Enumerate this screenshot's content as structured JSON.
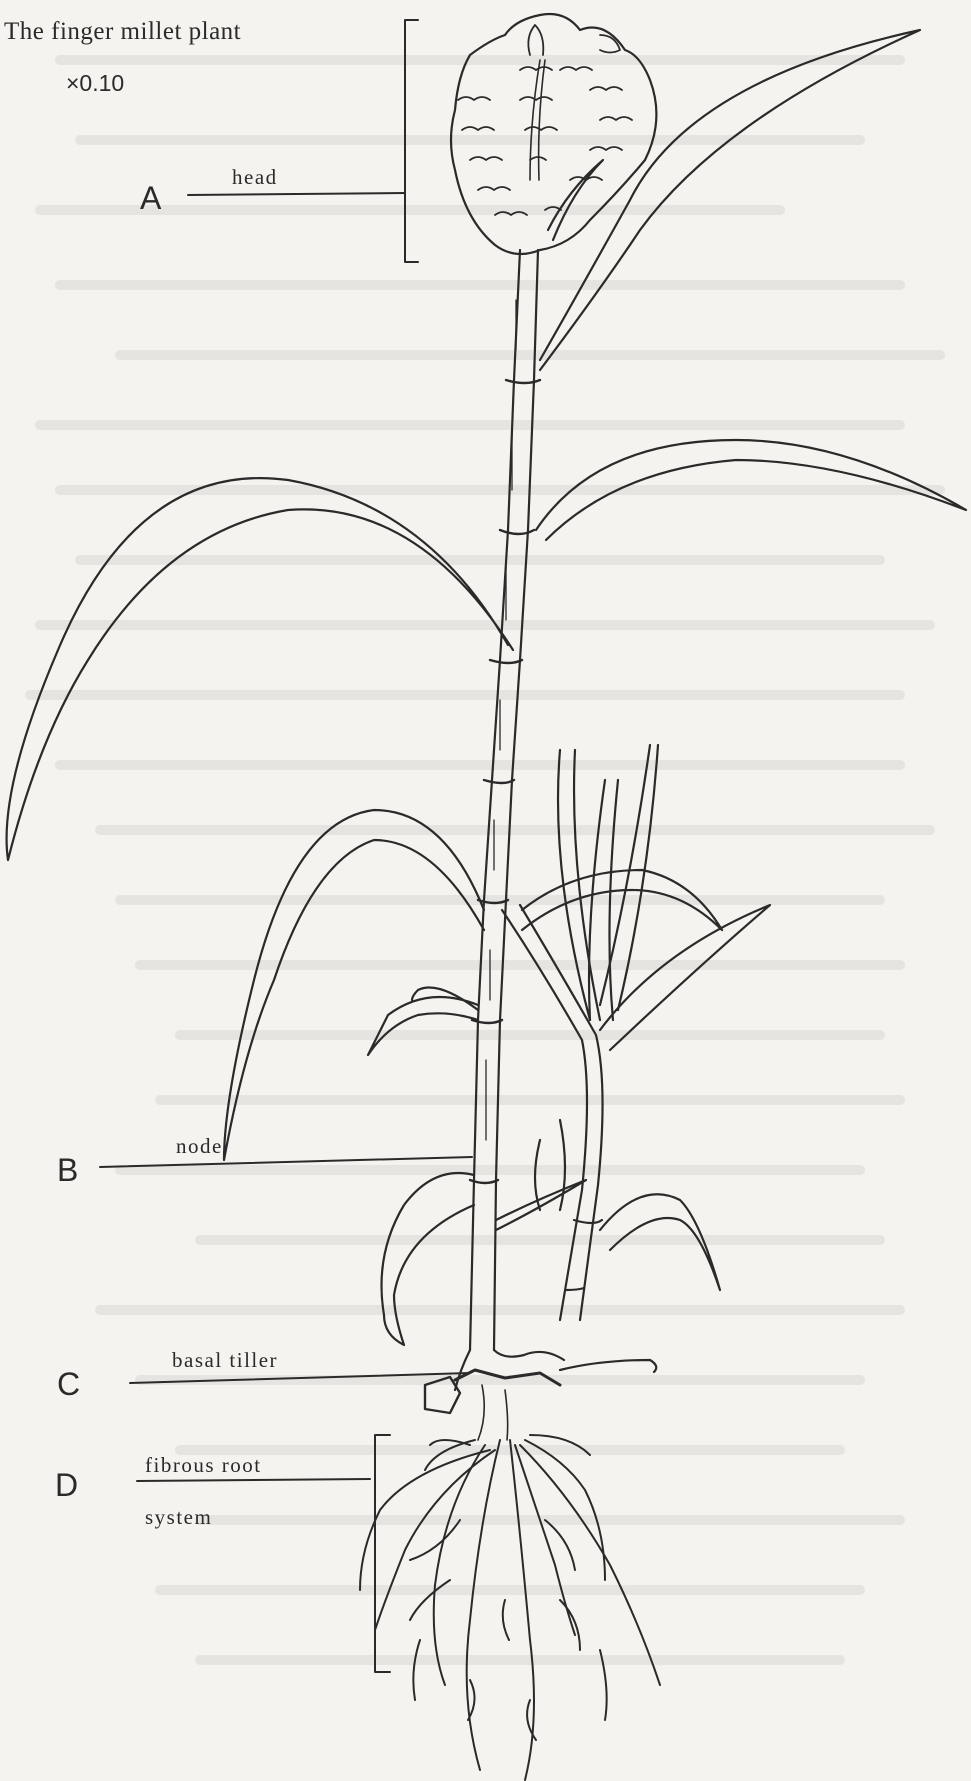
{
  "figure": {
    "title": "The finger millet plant",
    "scale": "×0.10"
  },
  "labels": [
    {
      "letter": "A",
      "text": "head"
    },
    {
      "letter": "B",
      "text": "node"
    },
    {
      "letter": "C",
      "text": "basal tiller"
    },
    {
      "letter": "D",
      "text": "fibrous root",
      "text2": "system"
    }
  ],
  "colors": {
    "ink": "#2a2a2a",
    "paper": "#f4f3ef",
    "faint_text": "#d4d3cf"
  }
}
